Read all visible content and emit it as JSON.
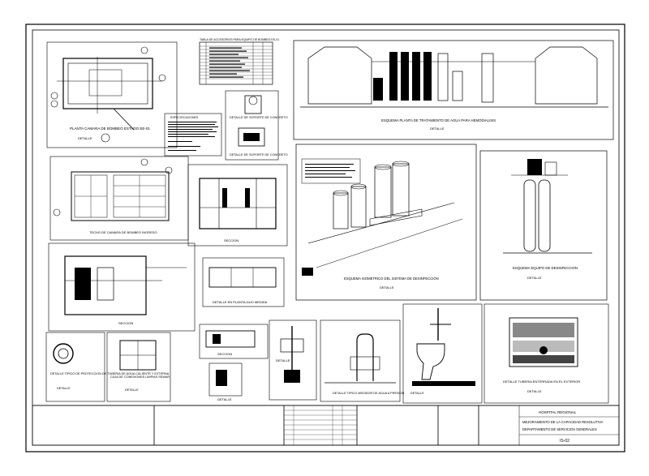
{
  "sheet": {
    "background": "#ffffff",
    "ink": "#000000"
  },
  "details": [
    {
      "id": "camara-plan",
      "title": "PLANTA CAMARA DE BOMBEO ESTADO EE-01",
      "tag": "DETALLE"
    },
    {
      "id": "table-header",
      "title": "TABLA DE ACCESORIOS PARA EQUIPO DE BOMBEO EE-01"
    },
    {
      "id": "soporte",
      "title": "DETALLE DE SOPORTE DE CONCRETO"
    },
    {
      "id": "notes",
      "title": "ESPECIFICACIONES"
    },
    {
      "id": "tratamiento",
      "title": "ESQUEMA PLANTA DE TRATAMIENTO DE AGUA PARA HEMODIALISIS",
      "tag": "DETALLE"
    },
    {
      "id": "camara-techo",
      "title": "TECHO DE CAMARA DE BOMBEO INGRESO"
    },
    {
      "id": "seccion-1",
      "title": "SECCION"
    },
    {
      "id": "isometrico",
      "title": "ESQUEMA ISOMETRICO DEL SISTEMA DE DESINFECCION",
      "tag": "DETALLE"
    },
    {
      "id": "desinfeccion",
      "title": "ESQUEMA EQUIPO DE DESINFECCION",
      "tag": "DETALLE"
    },
    {
      "id": "seccion-2",
      "title": "SECCION"
    },
    {
      "id": "pisos",
      "title": "DETALLE EN PLANTA-DUO MEDIDA"
    },
    {
      "id": "proteccion",
      "title": "DETALLE TIPICO DE PROTECCION DE TUBERIA DE AGUA CALIENTE Y EXTERNA",
      "tag": "DETALLE"
    },
    {
      "id": "caja",
      "title": "CAJA DE CONEXIONES LIMPIAS SEWAR",
      "tag": "DETALLE"
    },
    {
      "id": "seccion-3",
      "title": "SECCION"
    },
    {
      "id": "detalle-a",
      "title": "DETALLE"
    },
    {
      "id": "detalle-b",
      "title": "DETALLE"
    },
    {
      "id": "medidor",
      "title": "DETALLE TIPICO MEDIDOR DE AGUA A PRESION",
      "tag": "DETALLE"
    },
    {
      "id": "inodoro",
      "title": "DETALLE"
    },
    {
      "id": "tuberia",
      "title": "DETALLE TUBERIA ENTERRADA EN EL EXTERIOR",
      "tag": "DETALLE"
    }
  ],
  "title_block": {
    "project_line1": "HOSPITAL REGIONAL",
    "project_line2": "MEJORAMIENTO DE LA CAPACIDAD RESOLUTIVA",
    "project_line3": "DEPARTAMENTO DE SERVICIOS GENERALES",
    "sheet_code": "IS-02"
  }
}
